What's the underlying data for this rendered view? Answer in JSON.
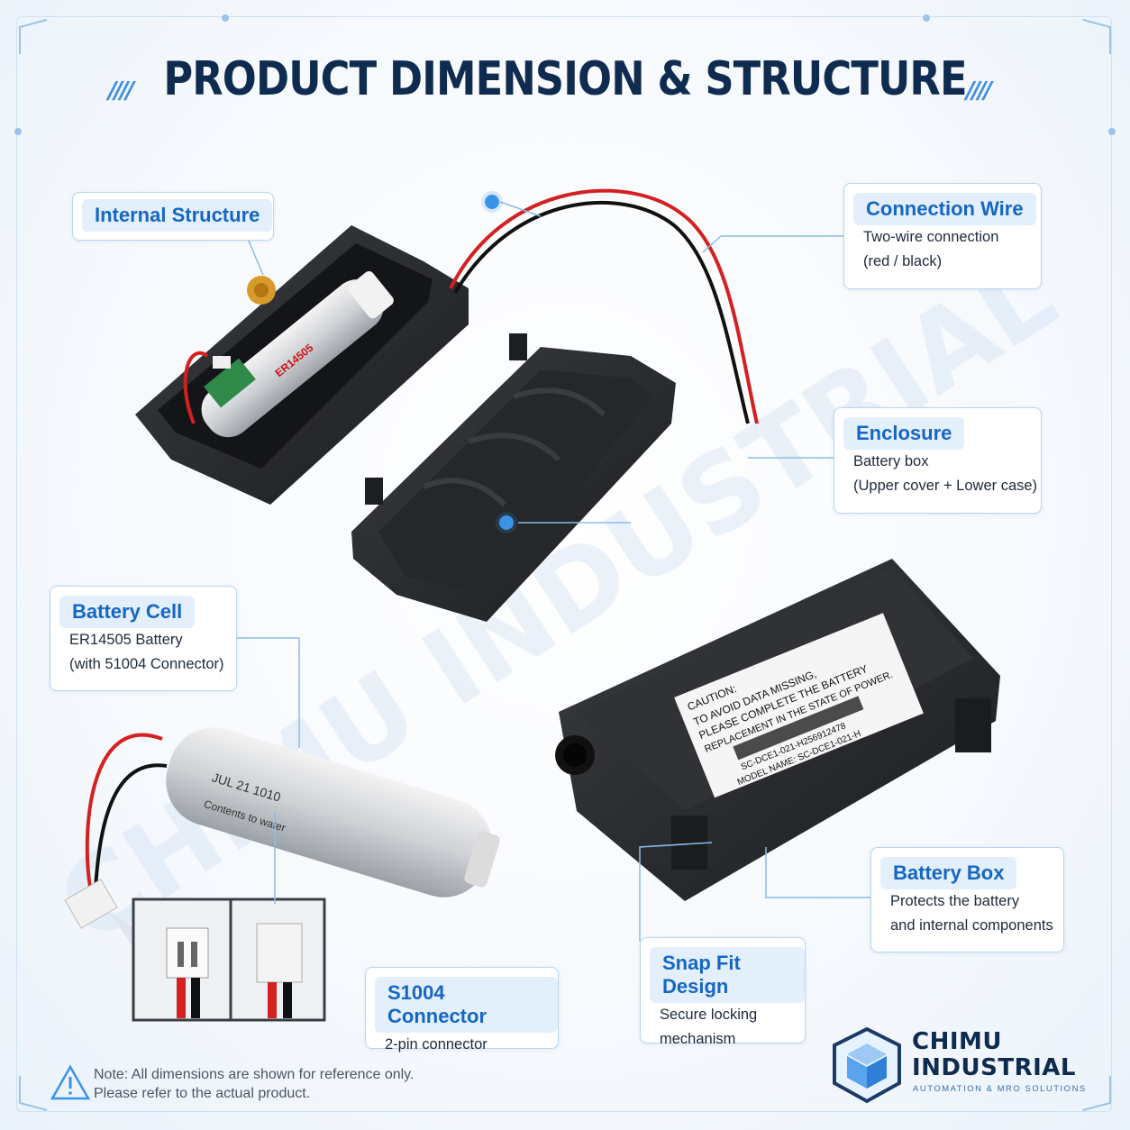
{
  "header": {
    "title": "PRODUCT DIMENSION & STRUCTURE"
  },
  "callouts": {
    "internal": {
      "title": "Internal Structure"
    },
    "wire": {
      "title": "Connection Wire",
      "lines": [
        "Two-wire connection",
        "(red / black)"
      ]
    },
    "enclosure": {
      "title": "Enclosure",
      "lines": [
        "Battery box",
        "(Upper cover + Lower case)"
      ]
    },
    "cell": {
      "title": "Battery Cell",
      "lines": [
        "ER14505 Battery",
        "(with 51004 Connector)"
      ]
    },
    "box": {
      "title": "Battery Box",
      "lines": [
        "Protects the battery",
        "and internal components"
      ]
    },
    "snap": {
      "title": "Snap Fit Design",
      "lines": [
        "Secure locking",
        "mechanism"
      ]
    },
    "connector": {
      "title": "S1004 Connector",
      "lines": [
        "2-pin connector"
      ]
    }
  },
  "label": {
    "lines": [
      "CAUTION:",
      "TO AVOID DATA MISSING,",
      "PLEASE COMPLETE THE BATTERY",
      "REPLACEMENT IN THE STATE OF POWER.",
      "SC-DCE1-021-H256912478",
      "MODEL NAME: SC-DCE1-021-H"
    ]
  },
  "note": {
    "lines": [
      "Note: All dimensions are shown for reference only.",
      "Please refer to the actual product."
    ]
  },
  "watermark": "CHIMU INDUSTRIAL",
  "logo": {
    "line1": "CHIMU",
    "line2": "INDUSTRIAL",
    "tagline": "AUTOMATION & MRO SOLUTIONS"
  },
  "colors": {
    "accent": "#1666c4",
    "title": "#0f2b4f",
    "wire_red": "#d42020",
    "case": "#2a2c30"
  }
}
